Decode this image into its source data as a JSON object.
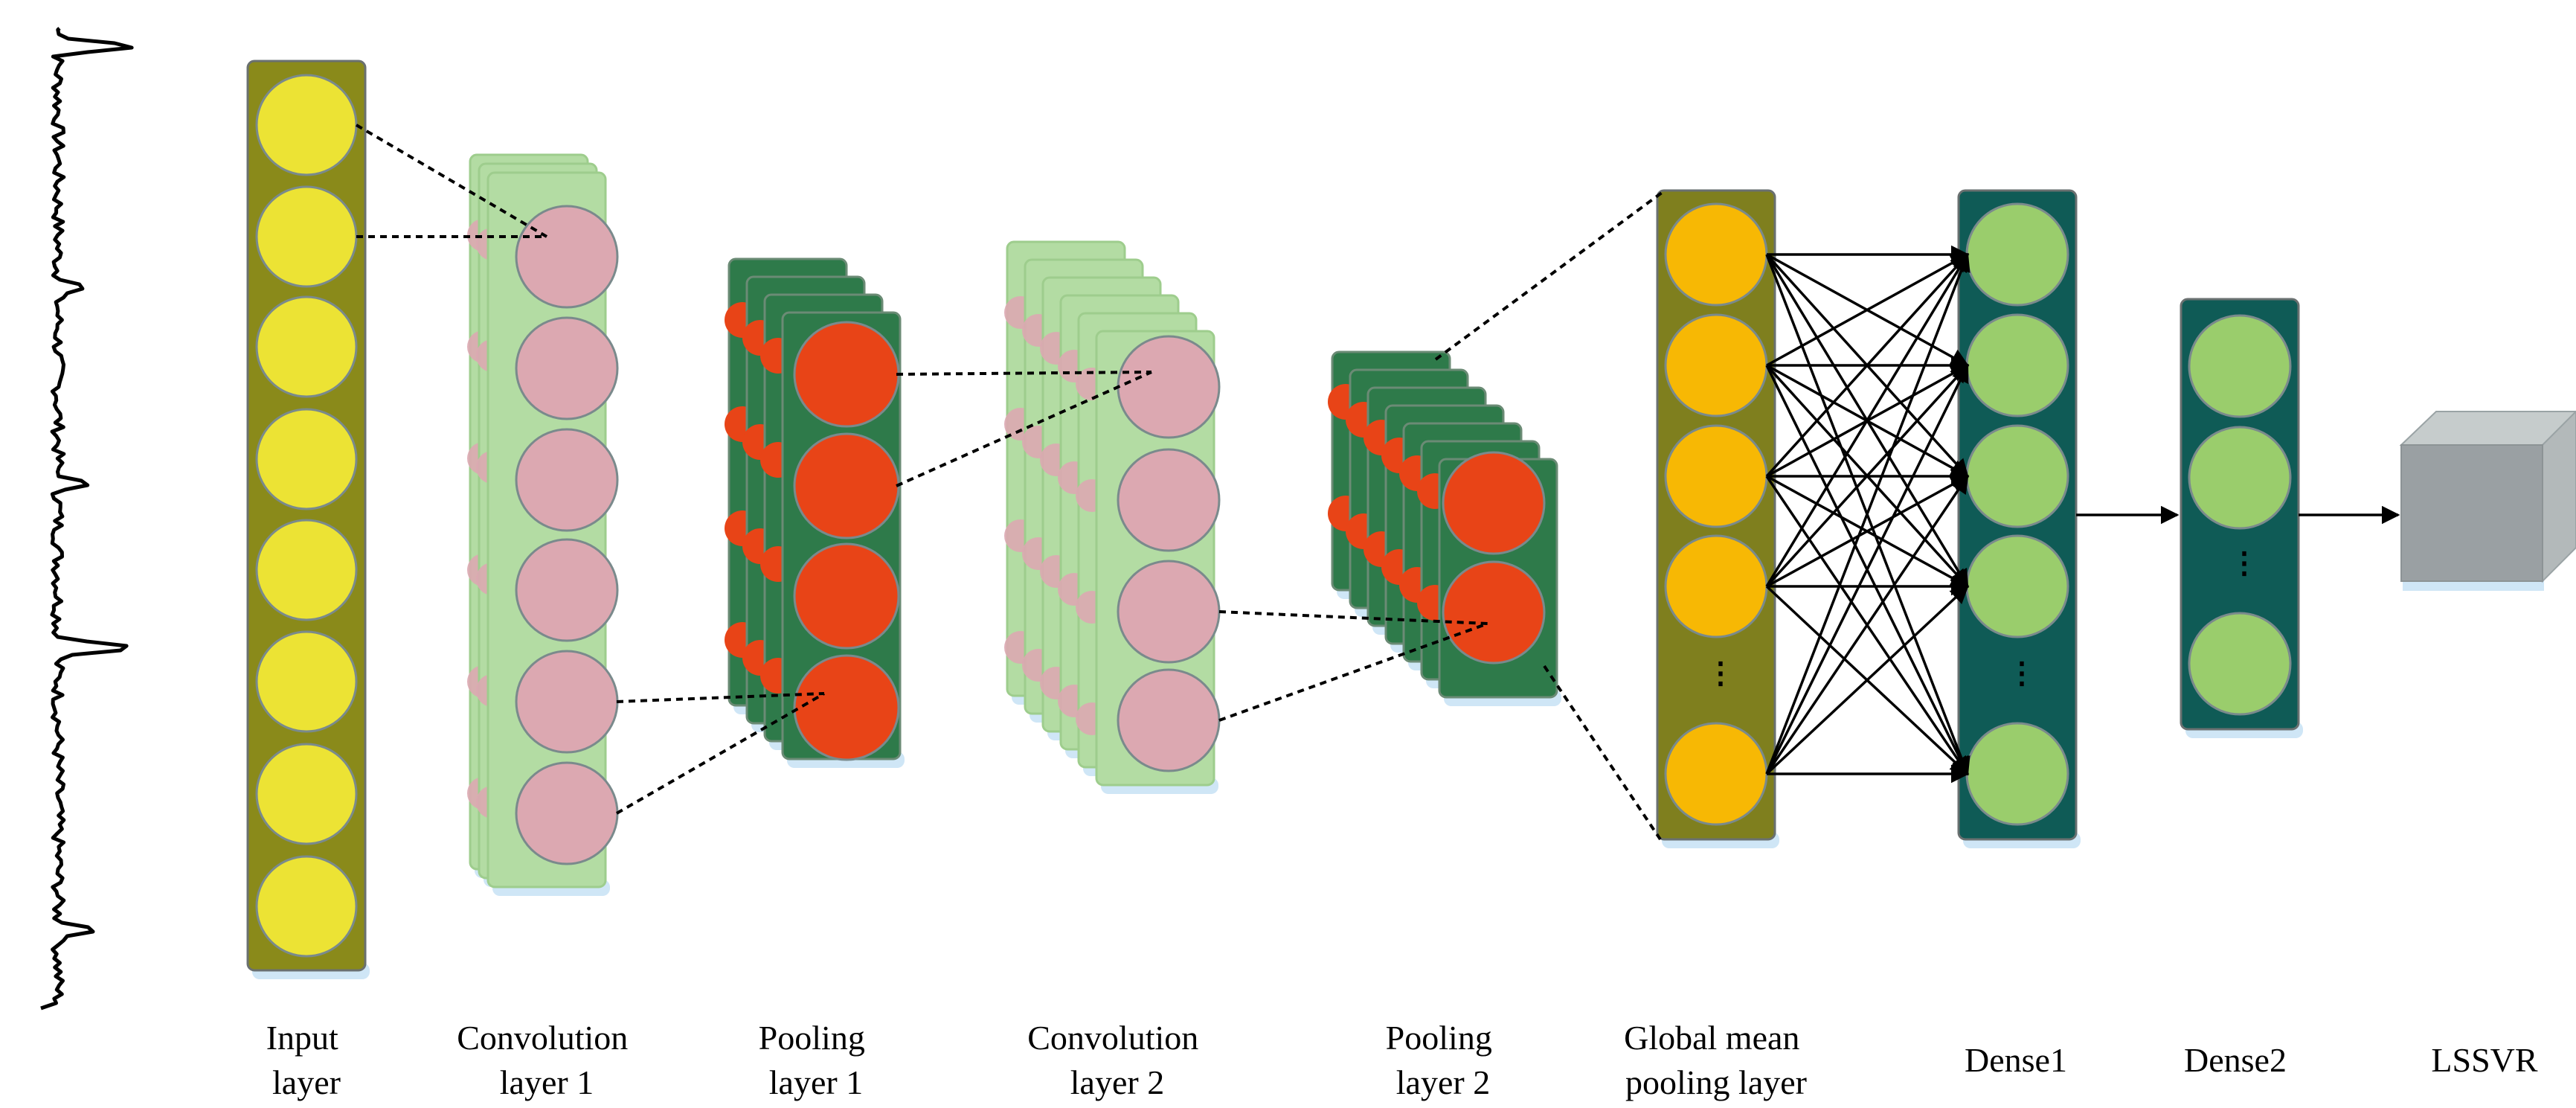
{
  "labels": {
    "input": [
      "Input",
      "layer"
    ],
    "conv1": [
      "Convolution",
      "layer 1"
    ],
    "pool1": [
      "Pooling",
      "layer 1"
    ],
    "conv2": [
      "Convolution",
      "layer 2"
    ],
    "pool2": [
      "Pooling",
      "layer 2"
    ],
    "gmp": [
      "Global mean",
      "pooling layer"
    ],
    "dense1": [
      "Dense1"
    ],
    "dense2": [
      "Dense2"
    ],
    "lssvr": [
      "LSSVR"
    ]
  },
  "ellipsis": "⋮",
  "colors": {
    "input_bar": "#8a8a1a",
    "input_node": "#ece334",
    "conv_panel": "#b3dca3",
    "conv_node": "#dca8b1",
    "pool_panel": "#2e7a4a",
    "pool_node": "#e84417",
    "gmp_bar": "#7f7f1e",
    "gmp_node": "#f7b804",
    "dense_bar": "#0f5b56",
    "dense_node": "#9acd6c",
    "cube_front": "#9aa0a3",
    "cube_top": "#c6cccc",
    "cube_side": "#b3b9ba"
  }
}
